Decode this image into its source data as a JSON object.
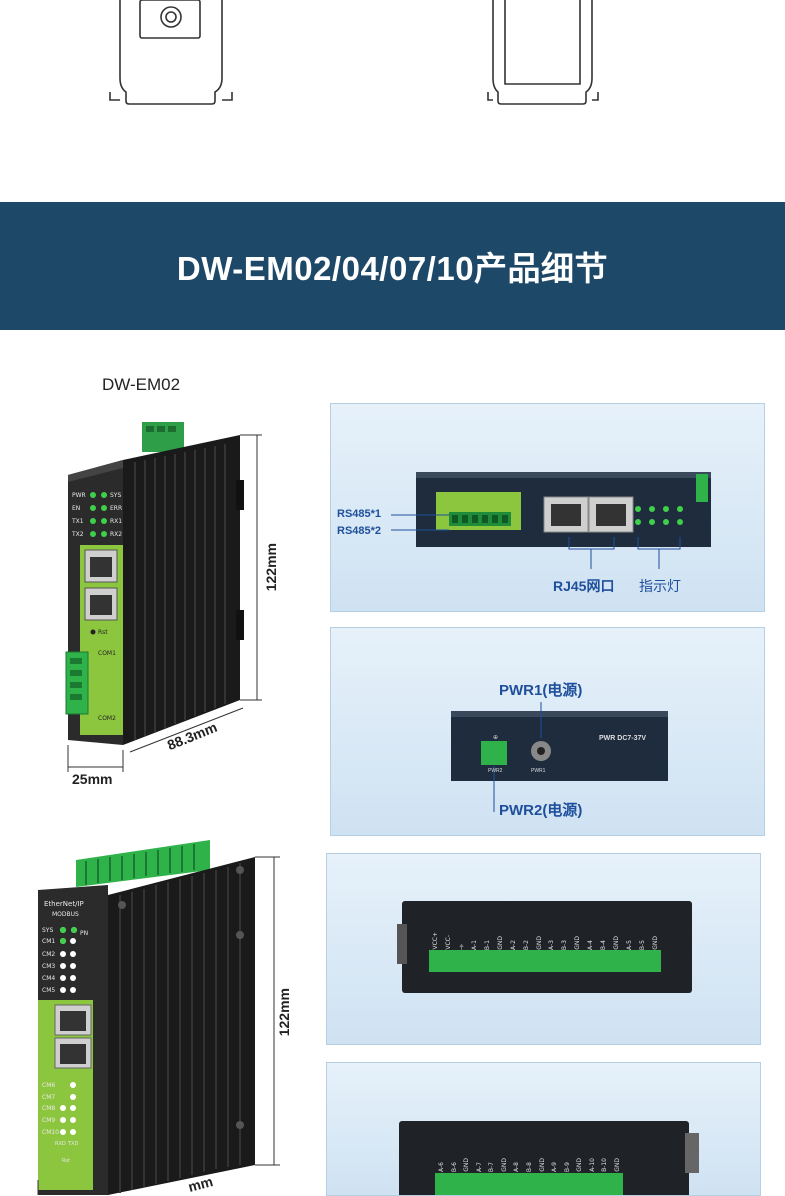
{
  "banner": {
    "title": "DW-EM02/04/07/10产品细节"
  },
  "model": {
    "label": "DW-EM02"
  },
  "dims": {
    "height_em02": "122mm",
    "depth_em02": "88.3mm",
    "width_em02": "25mm",
    "height_em10": "122mm",
    "depth_em10_partial": "mm"
  },
  "front_panel": {
    "rs485_1": "RS485*1",
    "rs485_2": "RS485*2",
    "rj45": "RJ45网口",
    "indicators": "指示灯"
  },
  "power_panel": {
    "pwr1": "PWR1(电源)",
    "pwr2": "PWR2(电源)",
    "pwr_spec": "PWR DC7-37V",
    "pwr2_small": "PWR2",
    "pwr1_small": "PWR1"
  },
  "em02_leds": {
    "left": [
      "PWR",
      "EN",
      "TX1",
      "TX2"
    ],
    "right": [
      "SYS",
      "ERR",
      "RX1",
      "RX2"
    ],
    "rst": "Rst",
    "com1": "COM1",
    "com2": "COM2"
  },
  "em10_labels": {
    "brand": "EtherNet/IP",
    "sub": "MODBUS",
    "sys": "SYS",
    "pn": "PN",
    "cm_top": [
      "CM1",
      "CM2",
      "CM3",
      "CM4",
      "CM5"
    ],
    "cm_bottom": [
      "CM6",
      "CM7",
      "CM8",
      "CM9",
      "CM10"
    ],
    "rxd": "RXD",
    "txd": "TXD",
    "rst": "Rst"
  },
  "terminal_top": [
    "VCC+",
    "VCC-",
    "⏚",
    "A-1",
    "B-1",
    "GND",
    "A-2",
    "B-2",
    "GND",
    "A-3",
    "B-3",
    "GND",
    "A-4",
    "B-4",
    "GND",
    "A-5",
    "B-5",
    "GND"
  ],
  "terminal_bottom": [
    "A-6",
    "B-6",
    "GND",
    "A-7",
    "B-7",
    "GND",
    "A-8",
    "B-8",
    "GND",
    "A-9",
    "B-9",
    "GND",
    "A-10",
    "B-10",
    "GND"
  ]
}
